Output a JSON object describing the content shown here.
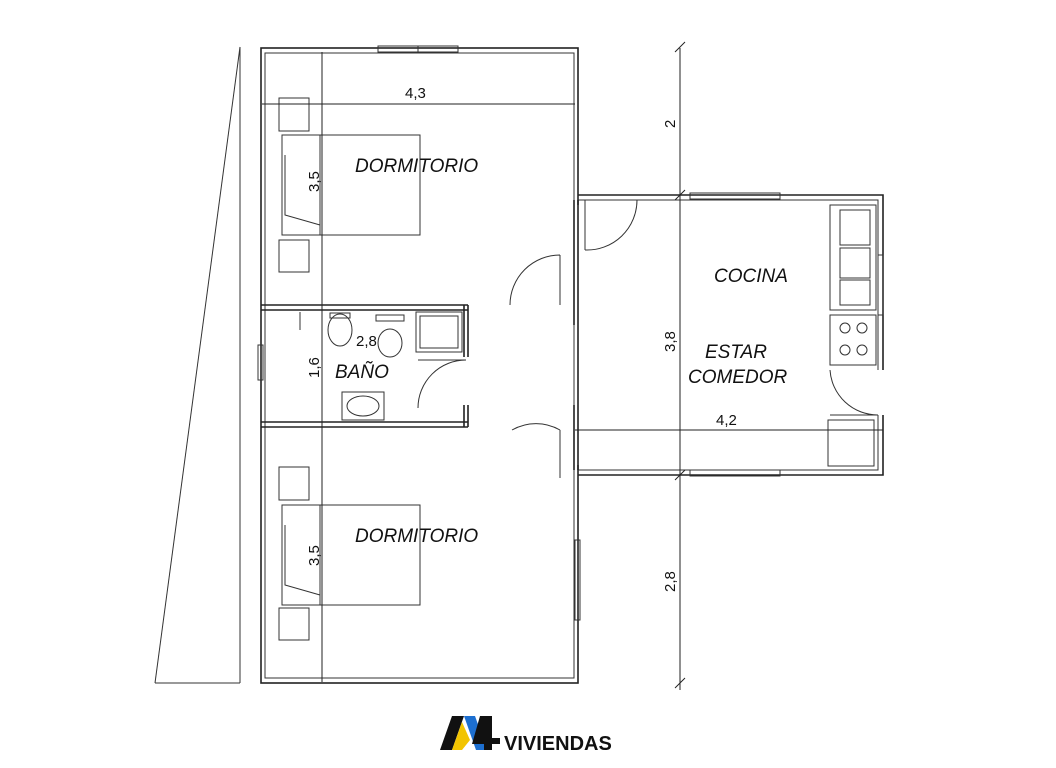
{
  "rooms": {
    "bedroom_top": "DORMITORIO",
    "bedroom_bottom": "DORMITORIO",
    "bathroom": "BAÑO",
    "kitchen": "COCINA",
    "living_line1": "ESTAR",
    "living_line2": "COMEDOR"
  },
  "dimensions": {
    "bedroom_top_width": "4,3",
    "bedroom_top_depth": "3,5",
    "bathroom_width": "2,8",
    "bathroom_depth": "1,6",
    "bedroom_bottom_depth": "3,5",
    "living_width": "4,2",
    "living_depth": "3,8",
    "right_top": "2",
    "right_bottom": "2,8"
  },
  "logo": {
    "mark": "A4",
    "text": "VIVIENDAS",
    "colors": {
      "yellow": "#f2c400",
      "blue": "#1d6fd0",
      "dark": "#111111"
    }
  }
}
